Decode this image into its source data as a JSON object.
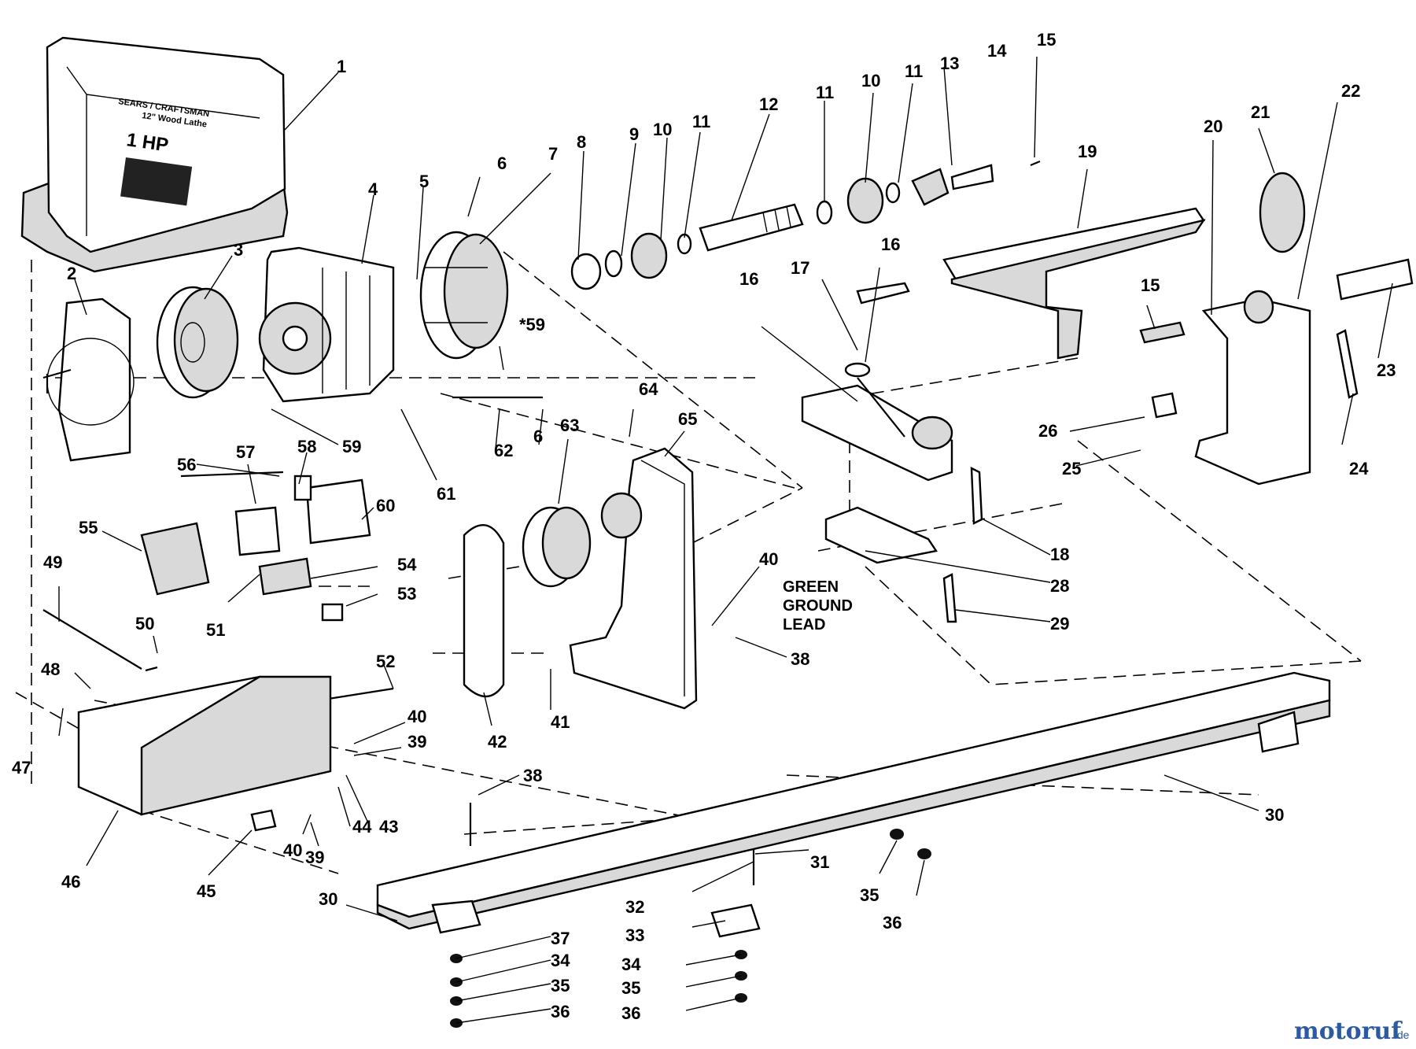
{
  "cover": {
    "brand": "SEARS / CRAFTSMAN",
    "model": "12\" Wood Lathe",
    "power": "1 HP"
  },
  "labels": [
    {
      "id": "p1",
      "text": "1"
    },
    {
      "id": "p2",
      "text": "2"
    },
    {
      "id": "p3",
      "text": "3"
    },
    {
      "id": "p4",
      "text": "4"
    },
    {
      "id": "p5",
      "text": "5"
    },
    {
      "id": "p6a",
      "text": "6"
    },
    {
      "id": "p6b",
      "text": "6"
    },
    {
      "id": "p7",
      "text": "7"
    },
    {
      "id": "p8",
      "text": "8"
    },
    {
      "id": "p9",
      "text": "9"
    },
    {
      "id": "p10a",
      "text": "10"
    },
    {
      "id": "p10b",
      "text": "10"
    },
    {
      "id": "p11a",
      "text": "11"
    },
    {
      "id": "p11b",
      "text": "11"
    },
    {
      "id": "p11c",
      "text": "11"
    },
    {
      "id": "p12",
      "text": "12"
    },
    {
      "id": "p13",
      "text": "13"
    },
    {
      "id": "p14",
      "text": "14"
    },
    {
      "id": "p15a",
      "text": "15"
    },
    {
      "id": "p15b",
      "text": "15"
    },
    {
      "id": "p16a",
      "text": "16"
    },
    {
      "id": "p16b",
      "text": "16"
    },
    {
      "id": "p17",
      "text": "17"
    },
    {
      "id": "p18",
      "text": "18"
    },
    {
      "id": "p19",
      "text": "19"
    },
    {
      "id": "p20",
      "text": "20"
    },
    {
      "id": "p21",
      "text": "21"
    },
    {
      "id": "p22",
      "text": "22"
    },
    {
      "id": "p23",
      "text": "23"
    },
    {
      "id": "p24",
      "text": "24"
    },
    {
      "id": "p25",
      "text": "25"
    },
    {
      "id": "p26",
      "text": "26"
    },
    {
      "id": "p28",
      "text": "28"
    },
    {
      "id": "p29",
      "text": "29"
    },
    {
      "id": "p30a",
      "text": "30"
    },
    {
      "id": "p30b",
      "text": "30"
    },
    {
      "id": "p31",
      "text": "31"
    },
    {
      "id": "p32",
      "text": "32"
    },
    {
      "id": "p33",
      "text": "33"
    },
    {
      "id": "p34a",
      "text": "34"
    },
    {
      "id": "p34b",
      "text": "34"
    },
    {
      "id": "p35a",
      "text": "35"
    },
    {
      "id": "p35b",
      "text": "35"
    },
    {
      "id": "p35c",
      "text": "35"
    },
    {
      "id": "p36a",
      "text": "36"
    },
    {
      "id": "p36b",
      "text": "36"
    },
    {
      "id": "p36c",
      "text": "36"
    },
    {
      "id": "p37",
      "text": "37"
    },
    {
      "id": "p38a",
      "text": "38"
    },
    {
      "id": "p38b",
      "text": "38"
    },
    {
      "id": "p39a",
      "text": "39"
    },
    {
      "id": "p39b",
      "text": "39"
    },
    {
      "id": "p40a",
      "text": "40"
    },
    {
      "id": "p40b",
      "text": "40"
    },
    {
      "id": "p40c",
      "text": "40"
    },
    {
      "id": "p41",
      "text": "41"
    },
    {
      "id": "p42",
      "text": "42"
    },
    {
      "id": "p43",
      "text": "43"
    },
    {
      "id": "p44",
      "text": "44"
    },
    {
      "id": "p45",
      "text": "45"
    },
    {
      "id": "p46",
      "text": "46"
    },
    {
      "id": "p47",
      "text": "47"
    },
    {
      "id": "p48",
      "text": "48"
    },
    {
      "id": "p49",
      "text": "49"
    },
    {
      "id": "p50",
      "text": "50"
    },
    {
      "id": "p51",
      "text": "51"
    },
    {
      "id": "p52",
      "text": "52"
    },
    {
      "id": "p53",
      "text": "53"
    },
    {
      "id": "p54",
      "text": "54"
    },
    {
      "id": "p55",
      "text": "55"
    },
    {
      "id": "p56",
      "text": "56"
    },
    {
      "id": "p57",
      "text": "57"
    },
    {
      "id": "p58",
      "text": "58"
    },
    {
      "id": "p59a",
      "text": "*59"
    },
    {
      "id": "p59b",
      "text": "59"
    },
    {
      "id": "p60",
      "text": "60"
    },
    {
      "id": "p61",
      "text": "61"
    },
    {
      "id": "p62",
      "text": "62"
    },
    {
      "id": "p63",
      "text": "63"
    },
    {
      "id": "p64",
      "text": "64"
    },
    {
      "id": "p65",
      "text": "65"
    }
  ],
  "ground_lead": [
    "GREEN",
    "GROUND",
    "LEAD"
  ],
  "watermark": {
    "main": "motoruf",
    "suffix": ".de",
    "color_main": "#2a5aa0",
    "color_accent": "#e07020"
  }
}
